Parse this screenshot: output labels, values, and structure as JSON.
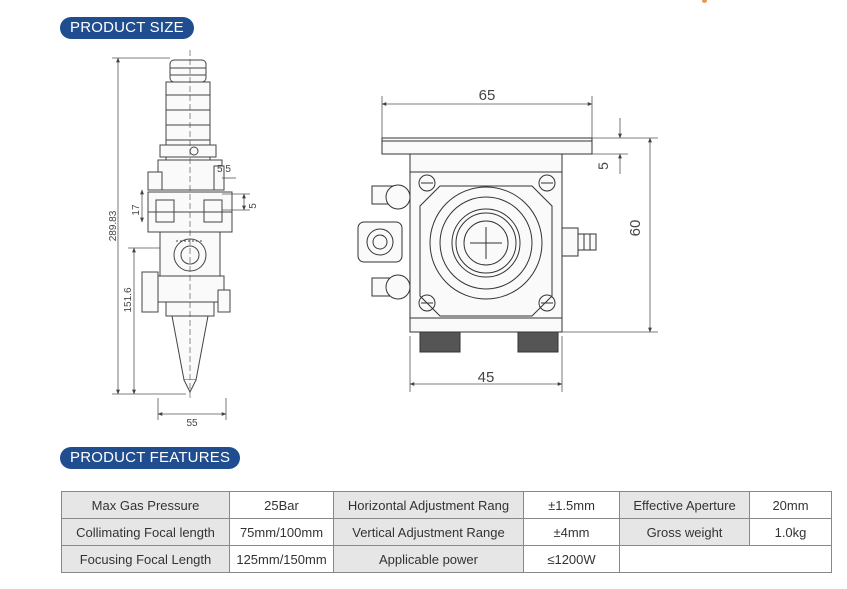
{
  "sections": {
    "size_title": "PRODUCT SIZE",
    "features_title": "PRODUCT FEATURES"
  },
  "side_view": {
    "dims": {
      "total_height": "289.83",
      "lower_height": "151.6",
      "width": "55",
      "offset_a": "5.5",
      "offset_b": "5",
      "offset_c": "17"
    }
  },
  "front_view": {
    "dims": {
      "top_width": "65",
      "bottom_width": "45",
      "height": "60",
      "plate_thickness": "5"
    }
  },
  "features": {
    "rows": [
      [
        {
          "label": "Max Gas Pressure",
          "value": "25Bar"
        },
        {
          "label": "Horizontal Adjustment Rang",
          "value": "±1.5mm"
        },
        {
          "label": "Effective Aperture",
          "value": "20mm"
        }
      ],
      [
        {
          "label": "Collimating Focal length",
          "value": "75mm/100mm"
        },
        {
          "label": "Vertical Adjustment Range",
          "value": "±4mm"
        },
        {
          "label": "Gross weight",
          "value": "1.0kg"
        }
      ],
      [
        {
          "label": "Focusing Focal Length",
          "value": "125mm/150mm"
        },
        {
          "label": "Applicable power",
          "value": "≤1200W"
        }
      ]
    ]
  },
  "colors": {
    "title_pill": "#1f4d8f",
    "label_cell": "#e6e6e6",
    "line": "#333333"
  }
}
